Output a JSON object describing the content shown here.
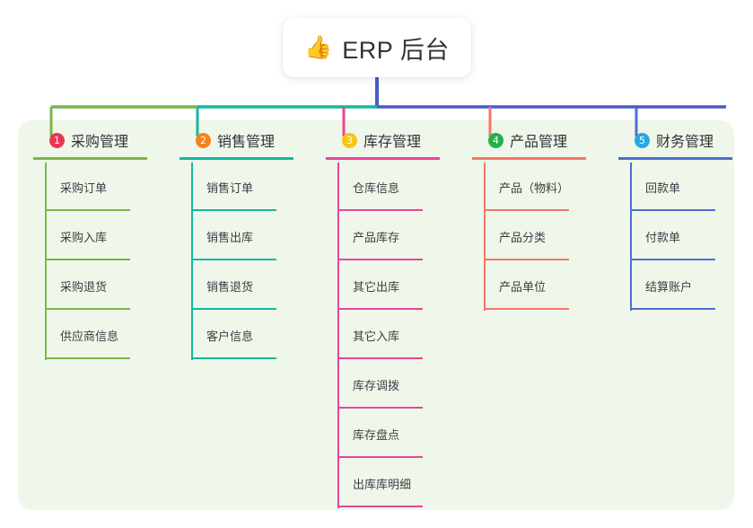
{
  "diagram": {
    "type": "mind-map",
    "background_color": "#ffffff",
    "panel_color": "#eef7e9",
    "root": {
      "icon": "thumbs-up-icon",
      "emoji": "👍",
      "title": "ERP 后台",
      "card_color": "#ffffff"
    },
    "trunk_color": "#4a5bc4",
    "rail_segments": [
      {
        "name": "rail-green",
        "color": "#7ab648"
      },
      {
        "name": "rail-teal",
        "color": "#14b8a0"
      },
      {
        "name": "rail-blue",
        "color": "#4a5bc4"
      }
    ],
    "branches": [
      {
        "index": "1",
        "label": "采购管理",
        "badge_color": "#e8384f",
        "line_color": "#7ab648",
        "stub_color": "#7ab648",
        "leaves": [
          "采购订单",
          "采购入库",
          "采购退货",
          "供应商信息"
        ]
      },
      {
        "index": "2",
        "label": "销售管理",
        "badge_color": "#f58220",
        "line_color": "#14b8a0",
        "stub_color": "#14b8a0",
        "leaves": [
          "销售订单",
          "销售出库",
          "销售退货",
          "客户信息"
        ]
      },
      {
        "index": "3",
        "label": "库存管理",
        "badge_color": "#f5c518",
        "line_color": "#e8459b",
        "stub_color": "#e8459b",
        "leaves": [
          "仓库信息",
          "产品库存",
          "其它出库",
          "其它入库",
          "库存调拨",
          "库存盘点",
          "出库库明细"
        ]
      },
      {
        "index": "4",
        "label": "产品管理",
        "badge_color": "#22b14c",
        "line_color": "#f4776a",
        "stub_color": "#f4776a",
        "leaves": [
          "产品（物料）",
          "产品分类",
          "产品单位"
        ]
      },
      {
        "index": "5",
        "label": "财务管理",
        "badge_color": "#2aa8e0",
        "line_color": "#4a6fd4",
        "stub_color": "#4a6fd4",
        "leaves": [
          "回款单",
          "付款单",
          "结算账户"
        ]
      }
    ]
  }
}
